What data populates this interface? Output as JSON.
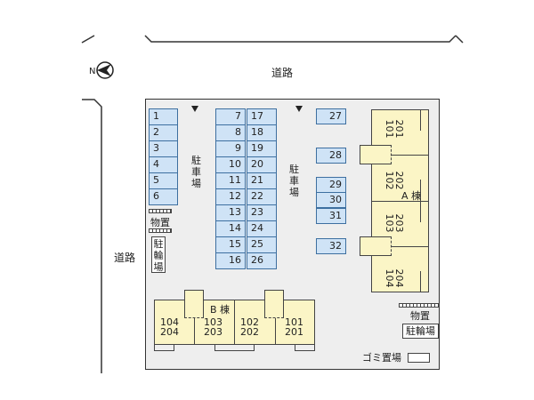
{
  "road_labels": {
    "north": "道路",
    "west": "道路"
  },
  "parking_label": "駐\n車\n場",
  "parking_slots": [
    "1",
    "2",
    "3",
    "4",
    "5",
    "6",
    "7",
    "8",
    "9",
    "10",
    "11",
    "12",
    "13",
    "14",
    "15",
    "16",
    "17",
    "18",
    "19",
    "20",
    "21",
    "22",
    "23",
    "24",
    "25",
    "26",
    "27",
    "28",
    "29",
    "30",
    "31",
    "32"
  ],
  "storage_label": "物置",
  "bike_parking_left": "駐\n輪\n場",
  "bike_parking_right": "駐輪場",
  "garbage_label": "ゴミ置場",
  "building_a": {
    "label": "A 棟",
    "units": [
      "201\n101",
      "202\n102",
      "203\n103",
      "204\n104"
    ]
  },
  "building_b": {
    "label": "B 棟",
    "units": [
      "104\n204",
      "103\n203",
      "102\n202",
      "101\n201"
    ]
  },
  "colors": {
    "parking": "#cfe3f6",
    "building": "#fbf5c6",
    "lot": "#eeeeee"
  },
  "icons": [
    "north-arrow-icon"
  ]
}
